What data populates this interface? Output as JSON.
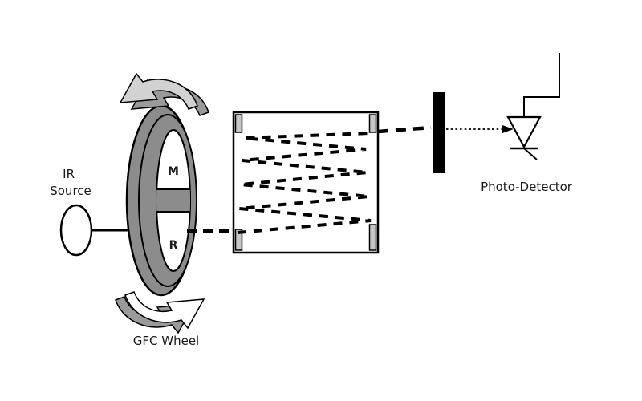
{
  "diagram": {
    "labels": {
      "ir_source_line1": "IR",
      "ir_source_line2": "Source",
      "gfc_wheel": "GFC Wheel",
      "wheel_window_m": "M",
      "wheel_window_r": "R",
      "photo_detector": "Photo-Detector"
    },
    "colors": {
      "background": "#ffffff",
      "line": "#000000",
      "wheel_ring": "#8c8c8c",
      "arrow_front": "#d2d2d2",
      "arrow_back": "#9a9a9a",
      "mirror_tab": "#c6c6c6",
      "filter_bar": "#000000",
      "white": "#ffffff"
    }
  }
}
